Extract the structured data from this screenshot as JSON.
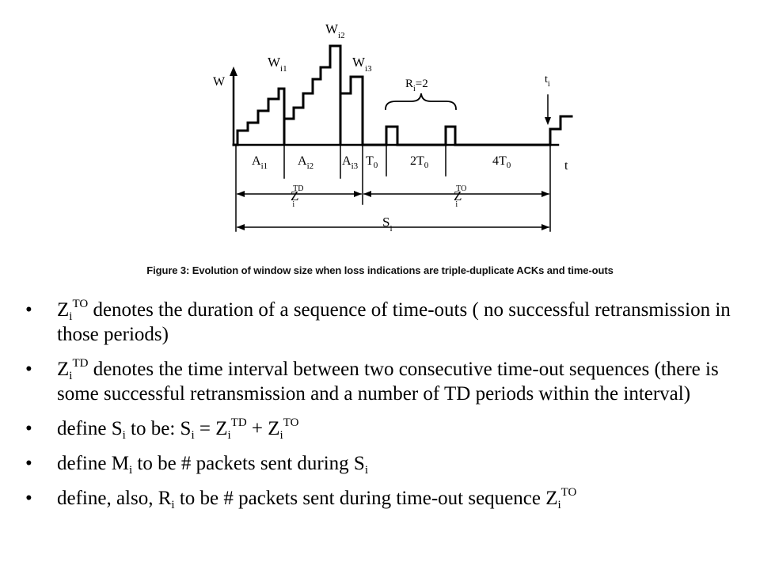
{
  "figure": {
    "caption": "Figure 3:  Evolution of window size when loss indications are triple-duplicate ACKs and time-outs",
    "labels": {
      "y_axis": "W",
      "x_axis": "t",
      "w_i1_main": "W",
      "w_i1_sub": "i1",
      "w_i2_main": "W",
      "w_i2_sub": "i2",
      "w_i3_main": "W",
      "w_i3_sub": "i3",
      "r_i_main": "R",
      "r_i_sub": "i",
      "r_i_value": "=2",
      "t_i_main": "t",
      "t_i_sub": "i",
      "a_i1_main": "A",
      "a_i1_sub": "i1",
      "a_i2_main": "A",
      "a_i2_sub": "i2",
      "a_i3_main": "A",
      "a_i3_sub": "i3",
      "t0_main": "T",
      "t0_sub": "0",
      "two_t0_main": "2T",
      "two_t0_sub": "0",
      "four_t0_main": "4T",
      "four_t0_sub": "0",
      "z_td_main": "Z",
      "z_td_sub": "i",
      "z_td_sup": "TD",
      "z_to_main": "Z",
      "z_to_sub": "i",
      "z_to_sup": "TO",
      "s_i_main": "S",
      "s_i_sub": "i"
    }
  },
  "bullets": [
    {
      "z": "Z",
      "z_sub": "i",
      "z_sup": "TO",
      "text": " denotes the duration of a sequence of time-outs ( no successful retransmission in those periods)"
    },
    {
      "z": "Z",
      "z_sub": "i",
      "z_sup": "TD",
      "text": " denotes the time interval between two consecutive time-out sequences (there is some successful retransmission and a number of TD periods within the interval)"
    },
    {
      "p1": "define S",
      "p1_sub": "i",
      "p2": " to be: S",
      "p2_sub": "i",
      "p3": " = Z",
      "p3_sub": "i",
      "p3_sup": "TD",
      "p4": " + Z",
      "p4_sub": "i",
      "p4_sup": "TO"
    },
    {
      "p1": "define M",
      "p1_sub": "i",
      "p2": " to be # packets sent during S",
      "p2_sub": "i"
    },
    {
      "p1": "define, also, R",
      "p1_sub": "i",
      "p2": " to be # packets sent during time-out sequence Z",
      "p2_sub": "i",
      "p2_sup": "TO"
    }
  ]
}
